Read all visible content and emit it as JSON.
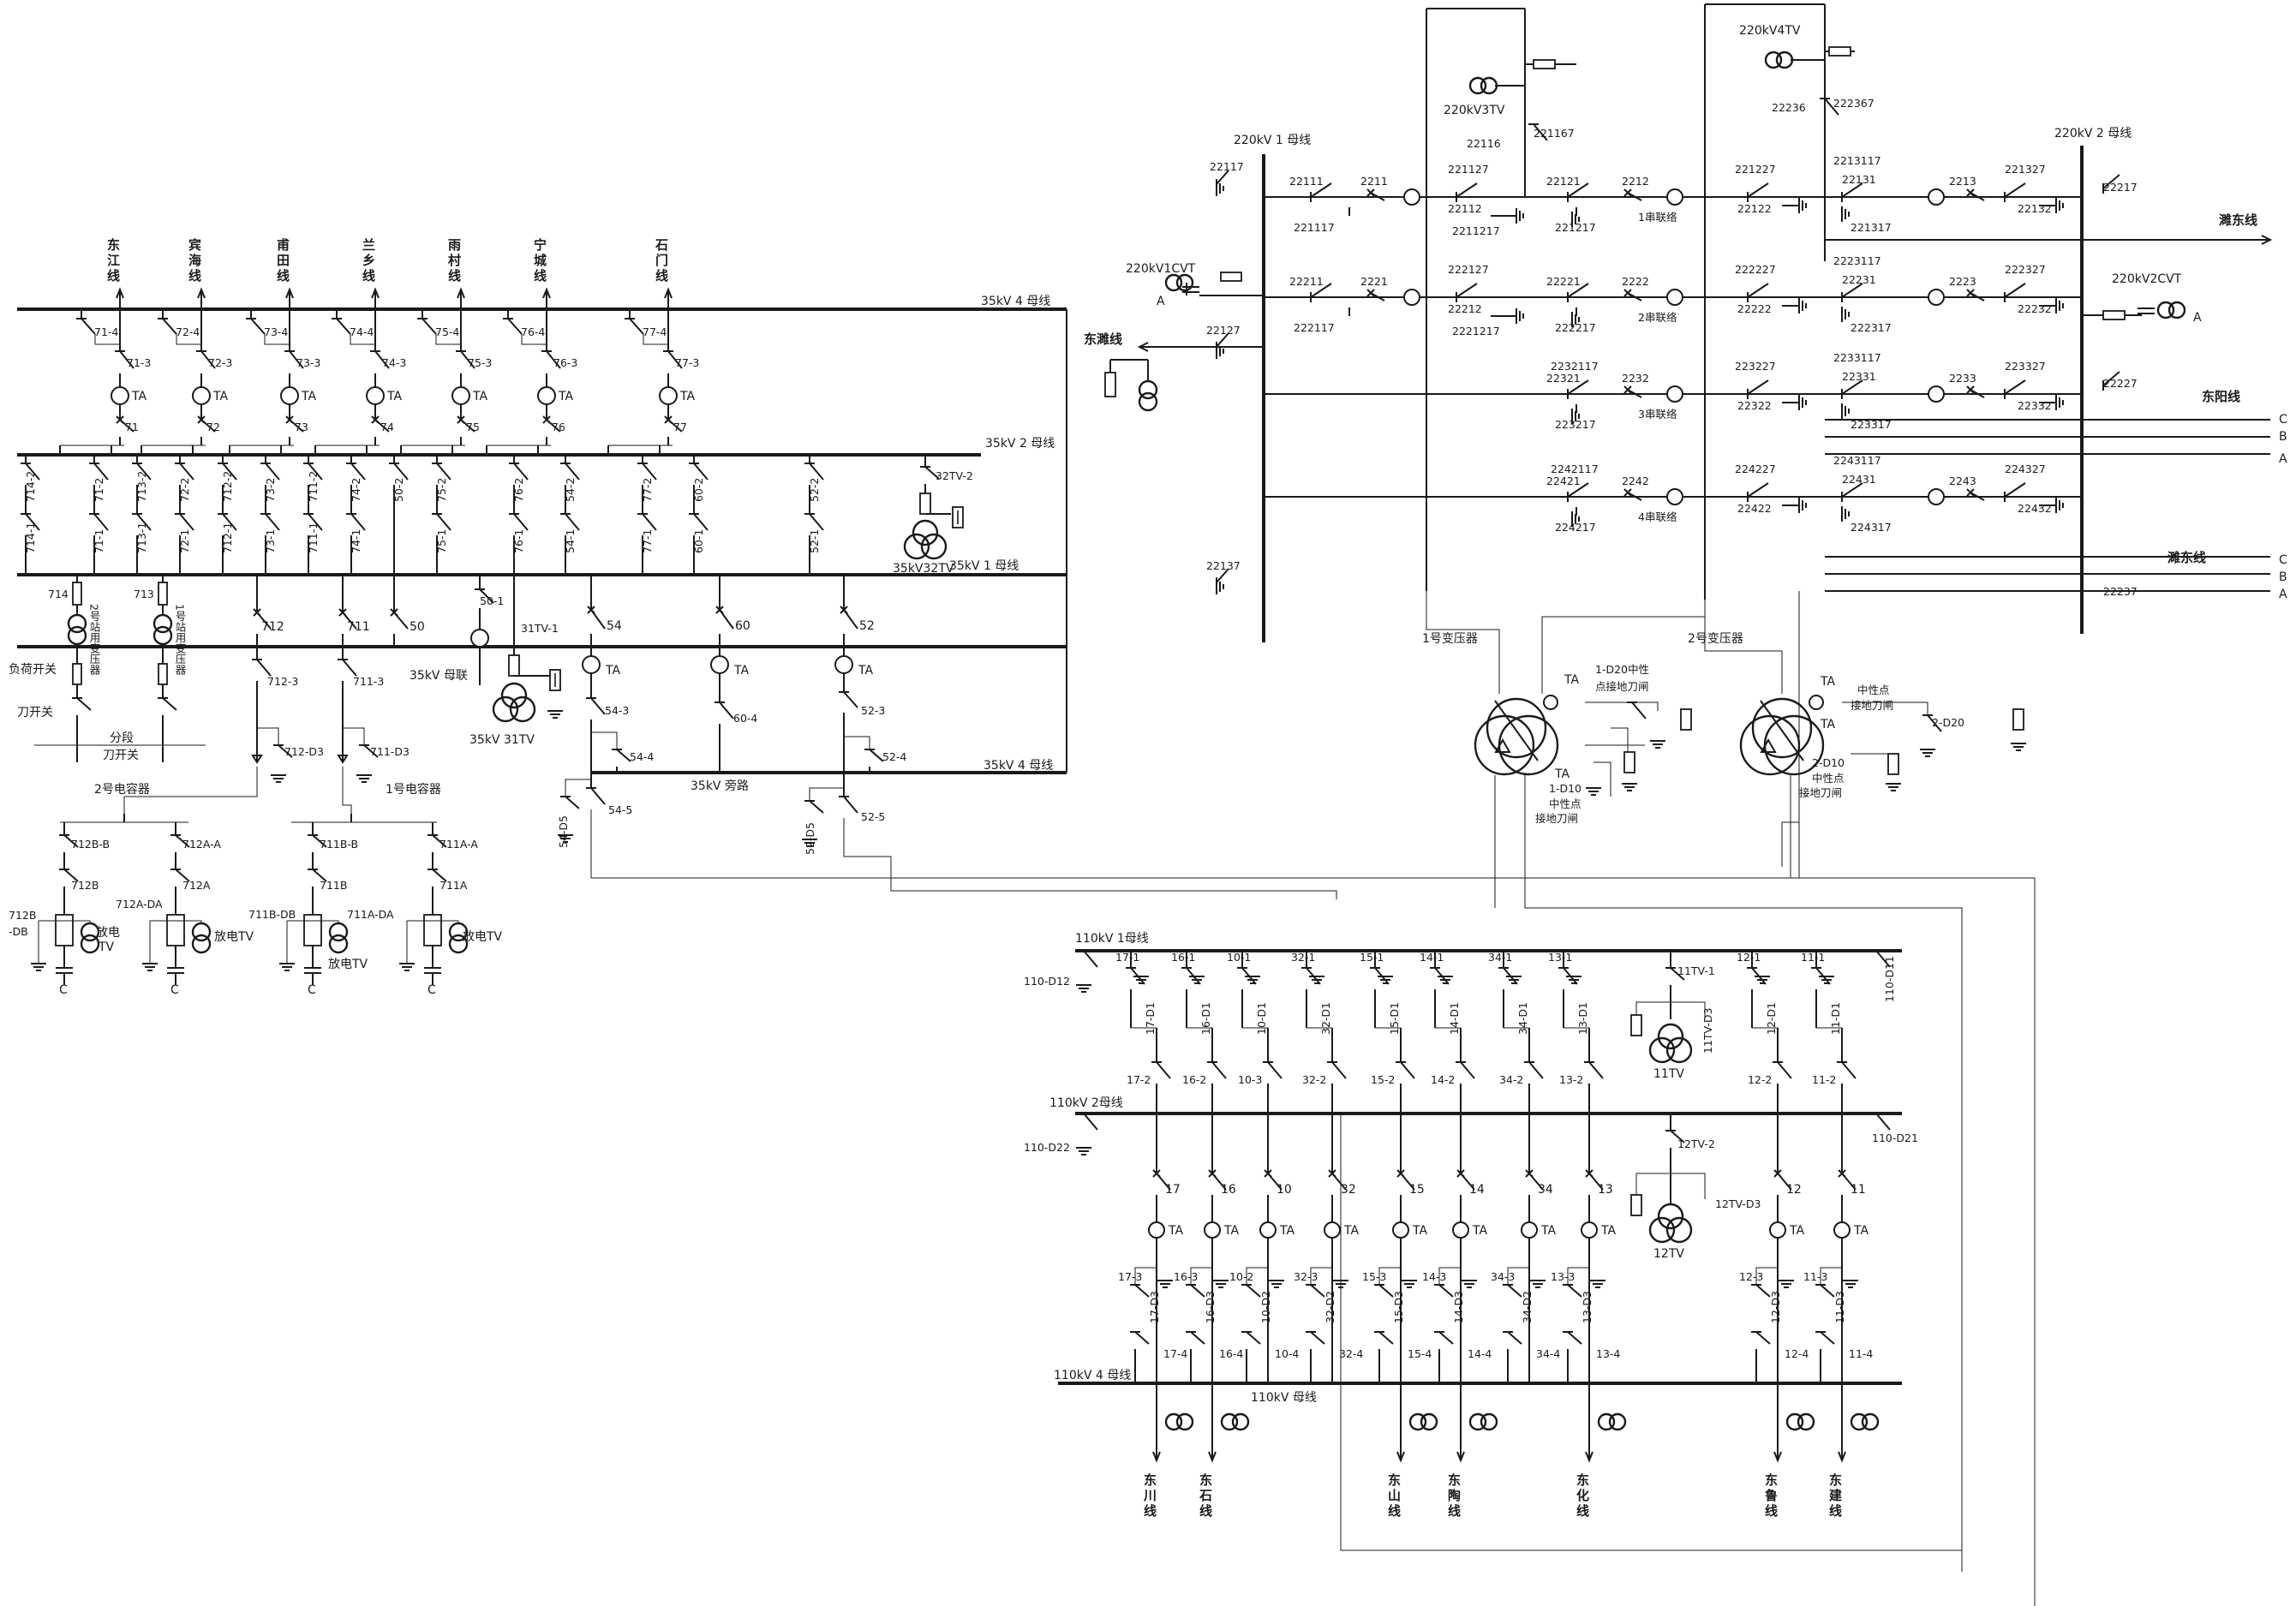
{
  "bus_labels": {
    "b35_4": "35kV 4 母线",
    "b35_2": "35kV 2 母线",
    "b35_1": "35kV 1 母线",
    "b35_muxlian": "35kV 母联",
    "b35_4b": "35kV 4 母线",
    "b35_pang": "35kV 旁路",
    "b220_1": "220kV 1 母线",
    "b220_2": "220kV 2 母线",
    "b110_1": "110kV 1母线",
    "b110_2": "110kV 2母线",
    "b110_4": "110kV 4 母线",
    "b110": "110kV 母线"
  },
  "feeders_35": [
    {
      "name": "东江线",
      "sw4": "71-4",
      "sw3": "71-3",
      "brk": "71",
      "sw2": "714-2",
      "sw1": "714-1",
      "sw2b": "71-2",
      "sw1b": "71-1"
    },
    {
      "name": "宾海线",
      "sw4": "72-4",
      "sw3": "72-3",
      "brk": "72",
      "sw2": "713-2",
      "sw1": "713-1",
      "sw2b": "72-2",
      "sw1b": "72-1"
    },
    {
      "name": "甫田线",
      "sw4": "73-4",
      "sw3": "73-3",
      "brk": "73",
      "sw2": "712-2",
      "sw1": "712-1",
      "sw2b": "73-2",
      "sw1b": "73-1"
    },
    {
      "name": "兰乡线",
      "sw4": "74-4",
      "sw3": "74-3",
      "brk": "74",
      "sw2": "711-2",
      "sw1": "711-1",
      "sw2b": "74-2",
      "sw1b": "74-1"
    },
    {
      "name": "雨村线",
      "sw4": "75-4",
      "sw3": "75-3",
      "brk": "75",
      "sw2": "50-2",
      "sw1": "",
      "sw2b": "75-2",
      "sw1b": "75-1"
    },
    {
      "name": "宁城线",
      "sw4": "76-4",
      "sw3": "76-3",
      "brk": "76",
      "sw2": "76-2",
      "sw1": "76-1",
      "sw2b": "54-2",
      "sw1b": "54-1"
    },
    {
      "name": "石门线",
      "sw4": "77-4",
      "sw3": "77-3",
      "brk": "77",
      "sw2": "77-2",
      "sw1": "77-1",
      "sw2b": "60-2",
      "sw1b": "60-1"
    }
  ],
  "ta_label": "TA",
  "labels_35": {
    "52_2": "52-2",
    "52_1": "52-1",
    "32tv2": "32TV-2",
    "tv32": "35kV32TV",
    "b714": "714",
    "b713": "713",
    "b712": "712",
    "b711": "711",
    "b50": "50",
    "b50_1": "50-1",
    "tv31_1": "31TV-1",
    "tv31": "35kV 31TV",
    "b54": "54",
    "b60": "60",
    "b52": "52",
    "s712_3": "712-3",
    "s711_3": "711-3",
    "s712_d3": "712-D3",
    "s711_d3": "711-D3",
    "s54_3": "54-3",
    "s54_4": "54-4",
    "s54_5": "54-5",
    "s54_d5": "54-D5",
    "s60_4": "60-4",
    "s52_3": "52-3",
    "s52_4": "52-4",
    "s52_5": "52-5",
    "s52_d5": "52-D5",
    "st2": "2号站用变压器",
    "st1": "1号站用变压器",
    "fuhe": "负荷开关",
    "daokai": "刀开关",
    "fenduan": "分段",
    "fenduan2": "刀开关",
    "cap2": "2号电容器",
    "cap1": "1号电容器",
    "s712b_b": "712B-B",
    "s712a_a": "712A-A",
    "s712b": "712B",
    "s712a": "712A",
    "s712b_db": "712B",
    "s712b_db2": "-DB",
    "s712a_da": "712A-DA",
    "s711b_b": "711B-B",
    "s711a_a": "711A-A",
    "s711b": "711B",
    "s711a": "711A",
    "s711b_db": "711B-DB",
    "s711a_da": "711A-DA",
    "fangdian": "放电",
    "tv": "TV",
    "fangdiantv": "放电TV",
    "c": "C"
  },
  "labels_220": {
    "s22117": "22117",
    "s22111": "22111",
    "s2211": "2211",
    "s221117": "221117",
    "s221127": "221127",
    "s22112": "22112",
    "s2211217": "2211217",
    "s22121": "22121",
    "s2212": "2212",
    "s221217": "221217",
    "s1chuan": "1串联络",
    "s22211": "22211",
    "s2221": "2221",
    "s222117": "222117",
    "s222127": "222127",
    "s22212": "22212",
    "s2221217": "2221217",
    "s22221": "22221",
    "s2222": "2222",
    "s222217": "222217",
    "s2chuan": "2串联络",
    "s22127": "22127",
    "s2232117": "2232117",
    "s2232": "2232",
    "s22321": "22321",
    "s223217": "223217",
    "s3chuan": "3串联络",
    "s2242117": "2242117",
    "s2242": "2242",
    "s22421": "22421",
    "s224217": "224217",
    "s4chuan": "4串联络",
    "s22137": "22137",
    "cvt1": "220kV1CVT",
    "a": "A",
    "dongwei": "东濉线",
    "tv3": "220kV3TV",
    "s22116": "22116",
    "s221167": "221167",
    "tv4": "220kV4TV",
    "s22236": "22236",
    "s222367": "222367",
    "s221227": "221227",
    "s22122": "22122",
    "s2213117": "2213117",
    "s22131": "22131",
    "s221317": "221317",
    "s2213": "2213",
    "s221327": "221327",
    "s22132": "22132",
    "s22217": "22217",
    "s222227": "222227",
    "s22222": "22222",
    "s2223117": "2223117",
    "s22231": "22231",
    "s222317": "222317",
    "s2223": "2223",
    "s222327": "222327",
    "s22232": "22232",
    "cvt2": "220kV2CVT",
    "s223227": "223227",
    "s22322": "22322",
    "s2233117": "2233117",
    "s22331": "22331",
    "s223317": "223317",
    "s2233": "2233",
    "s223327": "223327",
    "s22332": "22332",
    "s22227": "22227",
    "s224227": "224227",
    "s22422": "22422",
    "s2243117": "2243117",
    "s22431": "22431",
    "s224317": "224317",
    "s2243": "2243",
    "s224327": "224327",
    "s22432": "22432",
    "s22237": "22237",
    "xiedong": "濉东线",
    "dongyang": "东阳线",
    "weidong": "濉东线",
    "b": "B",
    "c": "C"
  },
  "labels_tr": {
    "t1": "1号变压器",
    "t2": "2号变压器",
    "d20_1": "1-D20中性",
    "d20_1b": "点接地刀闸",
    "d10_1": "1-D10",
    "d10_1b": "中性点",
    "d10_1c": "接地刀闸",
    "d20_2a": "中性点",
    "d20_2b": "接地刀闸",
    "d20_2": "2-D20",
    "d10_2": "2-D10",
    "d10_2b": "中性点",
    "d10_2c": "接地刀闸",
    "ta": "TA"
  },
  "feeders_110": [
    {
      "name": "东川线",
      "top": "17-1",
      "d1": "17-D1",
      "sw2": "17-2",
      "brk": "17",
      "sw3": "17-3",
      "d3": "17-D3",
      "sw4": "17-4"
    },
    {
      "name": "东石线",
      "top": "16-1",
      "d1": "16-D1",
      "sw2": "16-2",
      "brk": "16",
      "sw3": "16-3",
      "d3": "16-D3",
      "sw4": "16-4"
    },
    {
      "name": "",
      "top": "10-1",
      "d1": "10-D1",
      "sw2": "10-3",
      "brk": "10",
      "sw3": "10-2",
      "d3": "10-D2",
      "sw4": "10-4"
    },
    {
      "name": "",
      "top": "32-1",
      "d1": "32-D1",
      "sw2": "32-2",
      "brk": "32",
      "sw3": "32-3",
      "d3": "32-D2",
      "sw4": "32-4"
    },
    {
      "name": "东山线",
      "top": "15-1",
      "d1": "15-D1",
      "sw2": "15-2",
      "brk": "15",
      "sw3": "15-3",
      "d3": "15-D3",
      "sw4": "15-4"
    },
    {
      "name": "东陶线",
      "top": "14-1",
      "d1": "14-D1",
      "sw2": "14-2",
      "brk": "14",
      "sw3": "14-3",
      "d3": "14-D3",
      "sw4": "14-4"
    },
    {
      "name": "",
      "top": "34-1",
      "d1": "34-D1",
      "sw2": "34-2",
      "brk": "34",
      "sw3": "34-3",
      "d3": "34-D2",
      "sw4": "34-4"
    },
    {
      "name": "东化线",
      "top": "13-1",
      "d1": "13-D1",
      "sw2": "13-2",
      "brk": "13",
      "sw3": "13-3",
      "d3": "13-D3",
      "sw4": "13-4"
    },
    {
      "name": "东鲁线",
      "top": "12-1",
      "d1": "12-D1",
      "sw2": "12-2",
      "brk": "12",
      "sw3": "12-3",
      "d3": "12-D3",
      "sw4": "12-4"
    },
    {
      "name": "东建线",
      "top": "11-1",
      "d1": "11-D1",
      "sw2": "11-2",
      "brk": "11",
      "sw3": "11-3",
      "d3": "11-D3",
      "sw4": "11-4"
    }
  ],
  "labels_110": {
    "d12": "110-D12",
    "d11": "110-D11",
    "d22": "110-D22",
    "d21": "110-D21",
    "tv11_1": "11TV-1",
    "tv11_d3": "11TV-D3",
    "tv11": "11TV",
    "tv12_2": "12TV-2",
    "tv12_d3": "12TV-D3",
    "tv12": "12TV",
    "ta": "TA"
  }
}
